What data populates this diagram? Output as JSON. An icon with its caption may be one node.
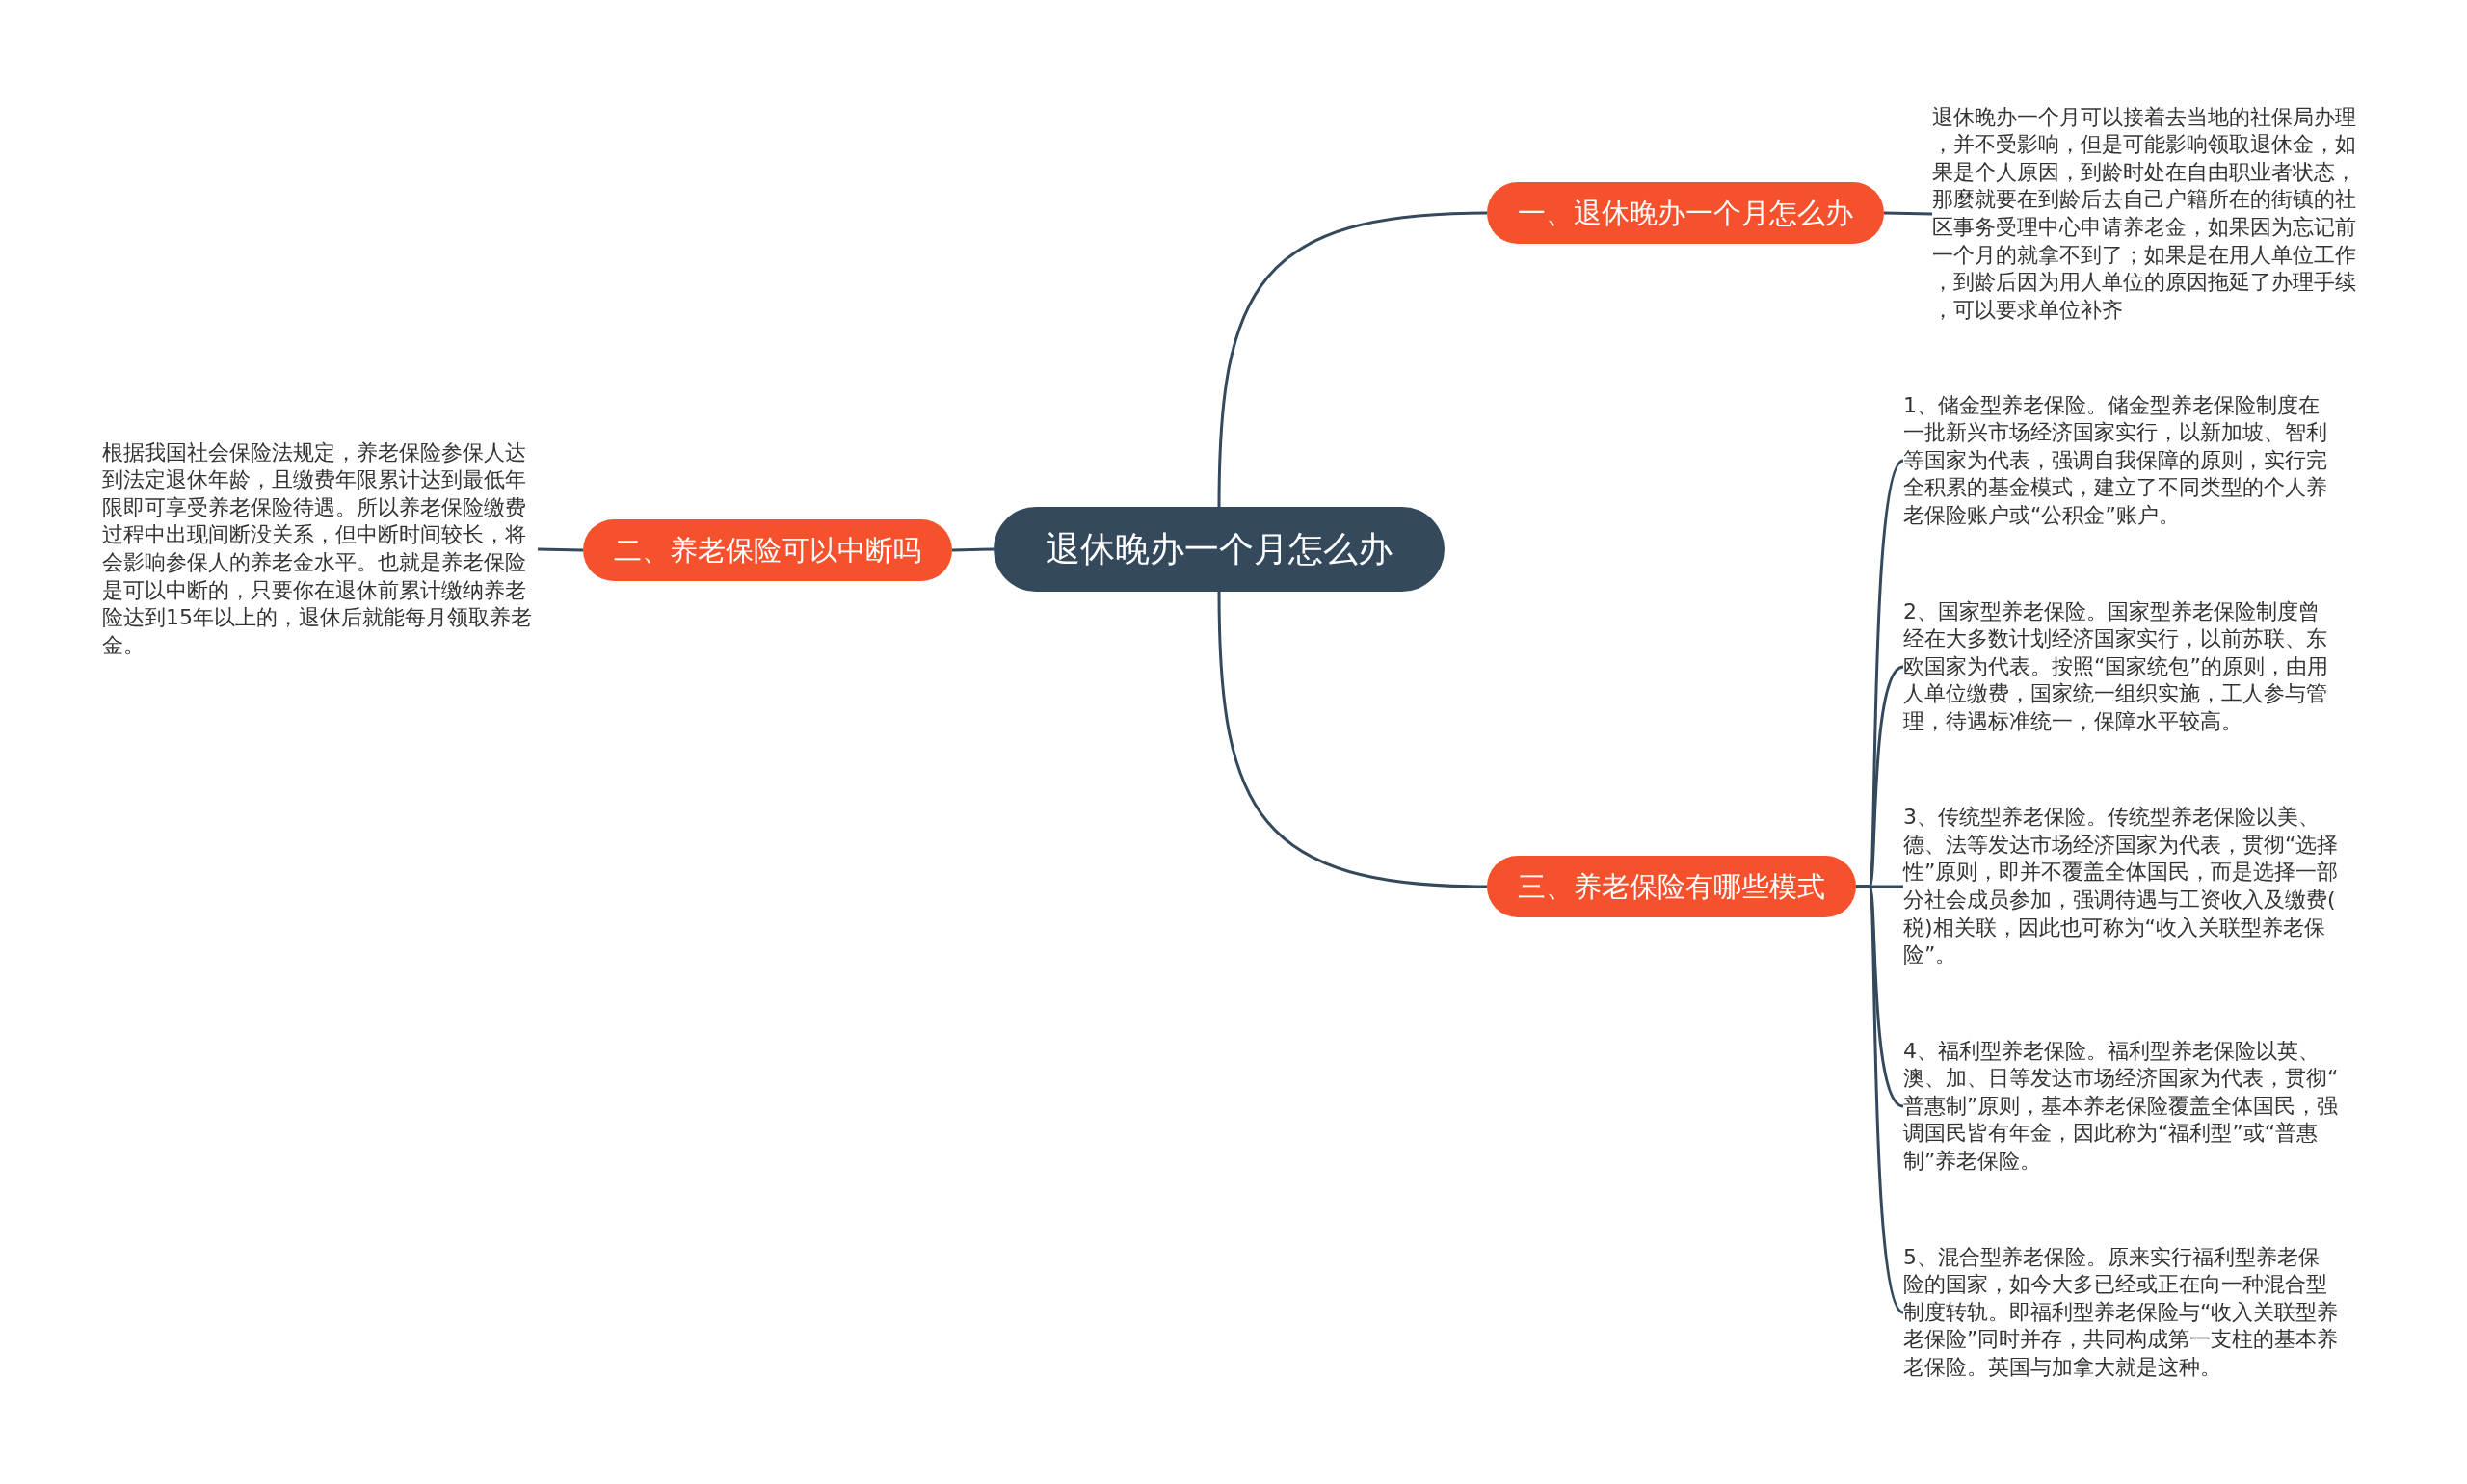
{
  "diagram": {
    "nodes": [
      {
        "text": [
          "退休晚办一个月怎么办"
        ]
      },
      {
        "text": [
          "一、退休晚办一个月怎么办"
        ]
      },
      {
        "text": [
          "退休晚办一个月可以接着去当地的社保局办理，并不受影响，但是可能影响领取退休金，如果是个人原因，到龄时处在自由职业者状态，那麼就要在到龄后去自己户籍所在的街镇的社区事务受理中心申请养老金，如果因为忘记前一个月的就拿不到了；如果是在用人单位工作，到龄后因为用人单位的原因拖延了办理手续，可以要求单位补齐"
        ]
      },
      {
        "text": [
          "二、养老保险可以中断吗"
        ]
      },
      {
        "text": [
          "根据我国社会保险法规定，养老保险参保人达到法定退休年龄，且缴费年限累计达到最低年限即可享受养老保险待遇。所以养老保险缴费过程中出现间断没关系，但中断时间较长，将会影响参保人的养老金水平。也就是养老保险是可以中断的，只要你在退休前累计缴纳养老险达到15年以上的，退休后就能每月领取养老金。"
        ]
      },
      {
        "text": [
          "三、养老保险有哪些模式"
        ]
      },
      {
        "text": [
          "1、储金型养老保险。储金型养老保险制度在一批新兴市场经济国家实行，以新加坡、智利等国家为代表，强调自我保障的原则，实行完全积累的基金模式，建立了不同类型的个人养老保险账户或“公积金”账户。"
        ]
      },
      {
        "text": [
          "2、国家型养老保险。国家型养老保险制度曾经在大多数计划经济国家实行，以前苏联、东欧国家为代表。按照“国家统包”的原则，由用人单位缴费，国家统一组织实施，工人参与管理，待遇标准统一，保障水平较高。"
        ]
      },
      {
        "text": [
          "3、传统型养老保险。传统型养老保险以美、德、法等发达市场经济国家为代表，贯彻“选择性”原则，即并不覆盖全体国民，而是选择一部分社会成员参加，强调待遇与工资收入及缴费(税)相关联，因此也可称为“收入关联型养老保险”。"
        ]
      },
      {
        "text": [
          "4、福利型养老保险。福利型养老保险以英、澳、加、日等发达市场经济国家为代表，贯彻“普惠制”原则，基本养老保险覆盖全体国民，强调国民皆有年金，因此称为“福利型”或“普惠制”养老保险。"
        ]
      },
      {
        "text": [
          "5、混合型养老保险。原来实行福利型养老保险的国家，如今大多已经或正在向一种混合型制度转轨。即福利型养老保险与“收入关联型养老保险”同时并存，共同构成第一支柱的基本养老保险。英国与加拿大就是这种。"
        ]
      }
    ],
    "edges": [
      {
        "from": 0,
        "to": 1,
        "arrow": "none"
      },
      {
        "from": 1,
        "to": 2,
        "arrow": "none"
      },
      {
        "from": 0,
        "to": 3,
        "arrow": "none"
      },
      {
        "from": 3,
        "to": 4,
        "arrow": "none"
      },
      {
        "from": 0,
        "to": 5,
        "arrow": "none"
      },
      {
        "from": 5,
        "to": 6,
        "arrow": "none"
      },
      {
        "from": 5,
        "to": 7,
        "arrow": "none"
      },
      {
        "from": 5,
        "to": 8,
        "arrow": "none"
      },
      {
        "from": 5,
        "to": 9,
        "arrow": "none"
      },
      {
        "from": 5,
        "to": 10,
        "arrow": "none"
      }
    ]
  }
}
